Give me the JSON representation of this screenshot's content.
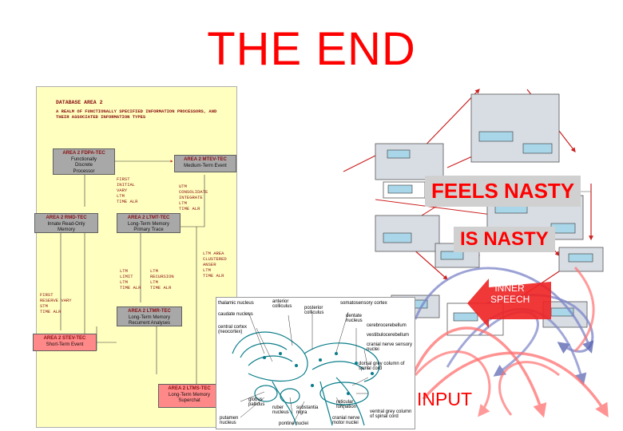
{
  "title": "THE END",
  "panel": {
    "heading": "DATABASE AREA 2",
    "subheading": "A REALM OF FUNCTIONALLY SPECIFIED INFORMATION PROCESSORS, AND THEIR ASSOCIATED INFORMATION TYPES",
    "boxes": [
      {
        "lines": [
          "AREA 2 FDPA-TEC",
          "Functionally",
          "Discrete",
          "Processor"
        ]
      },
      {
        "lines": [
          "AREA 2 MTEV-TEC",
          "Medium-Term Event"
        ]
      },
      {
        "lines": [
          "AREA 2 RMD-TEC",
          "Innate Read-Only",
          "Memory"
        ]
      },
      {
        "lines": [
          "AREA 2 LTMT-TEC",
          "Long-Term Memory",
          "Primary Trace"
        ]
      },
      {
        "lines": [
          "AREA 2 LTMR-TEC",
          "Long-Term Memory",
          "Recurrent Analyses"
        ]
      },
      {
        "lines": [
          "AREA 2 STEV-TEC",
          "Short-Term Event"
        ]
      },
      {
        "lines": [
          "AREA 2 LTMS-TEC",
          "Long-Term Memory",
          "Superchat"
        ]
      }
    ],
    "notes": [
      "FIRST\nINITIAL\nVARY\nLTM\nTIME ALR",
      "UTM\nCONSOLIDATE\nINTEGRATE\nLTM\nTIME ALR",
      "LTM\nLIMIT\nLTM\nTIME ALR",
      "LTM\nRECURSION\nLTM\nTIME ALR",
      "LTM AREA\nCLUSTERED\nANSER\nLTM\nTIME ALR",
      "FIRST\nRESERVE VARY\nSTM\nTIME ALR"
    ]
  },
  "brain": {
    "labels": [
      "thalamic nucleus",
      "caudate nucleus",
      "central cortex (neocortex)",
      "anterior colliculus",
      "posterior colliculus",
      "somatosensory cortex",
      "dentate nucleus",
      "cerebrocerebellum",
      "vestibulocerebellum",
      "cranial nerve sensory nuclei",
      "dorsal grey column of spinal cord",
      "globus pallidus",
      "putamen nucleus",
      "ruber nucleus",
      "substantia nigra",
      "pontine nuclei",
      "reticular formation",
      "cranial nerve motor nuclei",
      "ventral grey column of spinal cord"
    ]
  },
  "annotations": {
    "feels_nasty": "FEELS NASTY",
    "is_nasty": "IS NASTY",
    "inner_speech": "INNER SPEECH",
    "input": "INPUT"
  },
  "colors": {
    "title": "#ff0000",
    "panel_bg": "#ffffc0",
    "box_gray": "#a8a8a8",
    "box_red": "#ff8888",
    "arrow_red": "#ee2222",
    "arrow_pink": "#ff8080",
    "arrow_blue": "#7b84c8",
    "module_fill": "#d8dde4",
    "module_inner": "#a9d6e8",
    "label_gray": "#d0d0d0"
  }
}
